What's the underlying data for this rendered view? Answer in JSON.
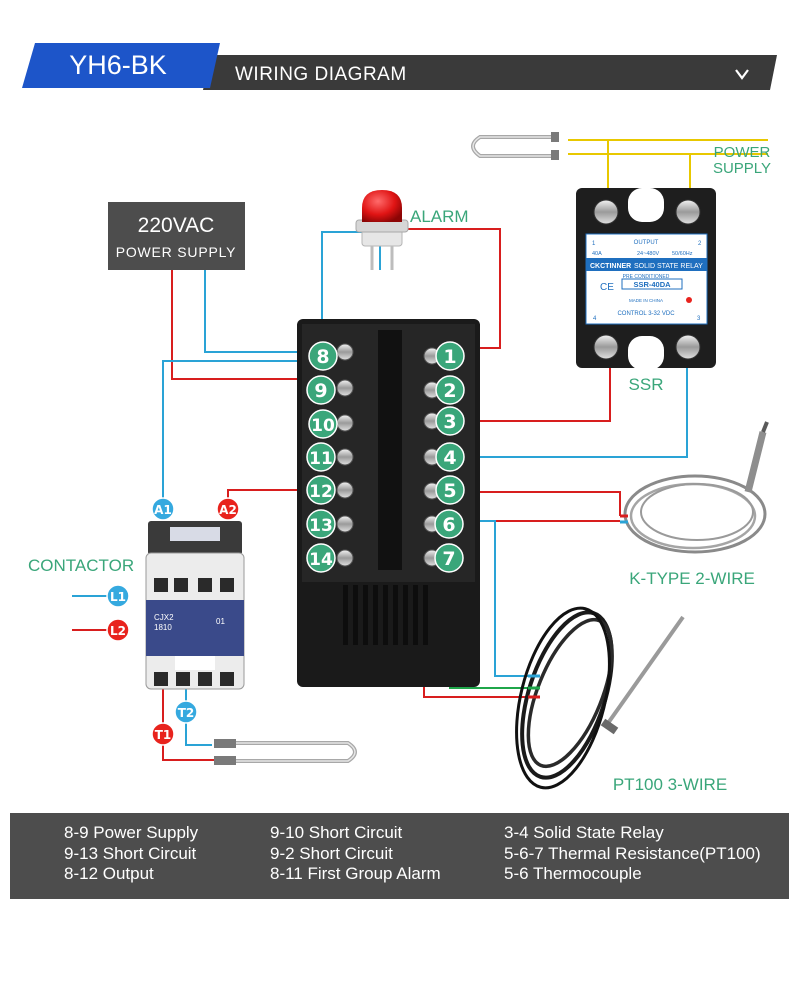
{
  "header": {
    "model": "YH6-BK",
    "title": "WIRING DIAGRAM",
    "chevron": "V"
  },
  "labels": {
    "power_voltage": "220VAC",
    "power_supply": "POWER SUPPLY",
    "alarm": "ALARM",
    "ssr_power_line1": "POWER",
    "ssr_power_line2": "SUPPLY",
    "ssr": "SSR",
    "contactor": "CONTACTOR",
    "ktype": "K-TYPE 2-WIRE",
    "pt100": "PT100 3-WIRE"
  },
  "terminals": {
    "left": [
      "8",
      "9",
      "10",
      "11",
      "12",
      "13",
      "14"
    ],
    "right": [
      "1",
      "2",
      "3",
      "4",
      "5",
      "6",
      "7"
    ]
  },
  "contactor_tags": {
    "a1": "A1",
    "a2": "A2",
    "l1": "L1",
    "l2": "L2",
    "t1": "T1",
    "t2": "T2"
  },
  "ssr_text": {
    "brand": "CKCTINNER",
    "type": "SOLID STATE RELAY",
    "sub": "PRE CONDITIONED",
    "model": "SSR-40DA",
    "output": "OUTPUT",
    "current": "40A",
    "voltage": "24~480V",
    "freq": "50/60Hz",
    "control": "CONTROL 3-32 VDC",
    "made": "MADE IN CHINA",
    "t1": "1",
    "t2": "2",
    "t3": "3",
    "t4": "4",
    "ce": "CE"
  },
  "contactor_text": {
    "model": "CJX2",
    "code": "1810",
    "no": "01"
  },
  "colors": {
    "banner_blue": "#1d55c9",
    "bar_dark": "#3a3a3a",
    "terminal_green": "#3aa67a",
    "tag_blue": "#35a9df",
    "tag_red": "#e8231d",
    "wire_red": "#d81e1e",
    "wire_blue": "#2aa3d6",
    "wire_green": "#1fa64a",
    "label_teal": "#3aa67a",
    "legend_bg": "#4d4d4d"
  },
  "legend": {
    "col1": [
      "8-9 Power Supply",
      "9-13 Short Circuit",
      "8-12 Output"
    ],
    "col2": [
      "9-10 Short Circuit",
      "9-2 Short Circuit",
      "8-11 First Group Alarm"
    ],
    "col3": [
      "3-4 Solid State Relay",
      "5-6-7 Thermal Resistance(PT100)",
      "5-6 Thermocouple"
    ]
  }
}
